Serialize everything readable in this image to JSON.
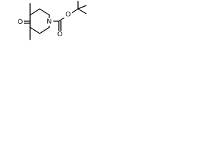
{
  "molecule": {
    "atoms": {
      "ring_oxygen": "O",
      "ring_nitrogen": "N",
      "carbamate_oxygen_carbonyl": "O",
      "carbamate_oxygen_ester": "O"
    }
  },
  "colors": {
    "bond": "#000000",
    "background": "#ffffff"
  }
}
